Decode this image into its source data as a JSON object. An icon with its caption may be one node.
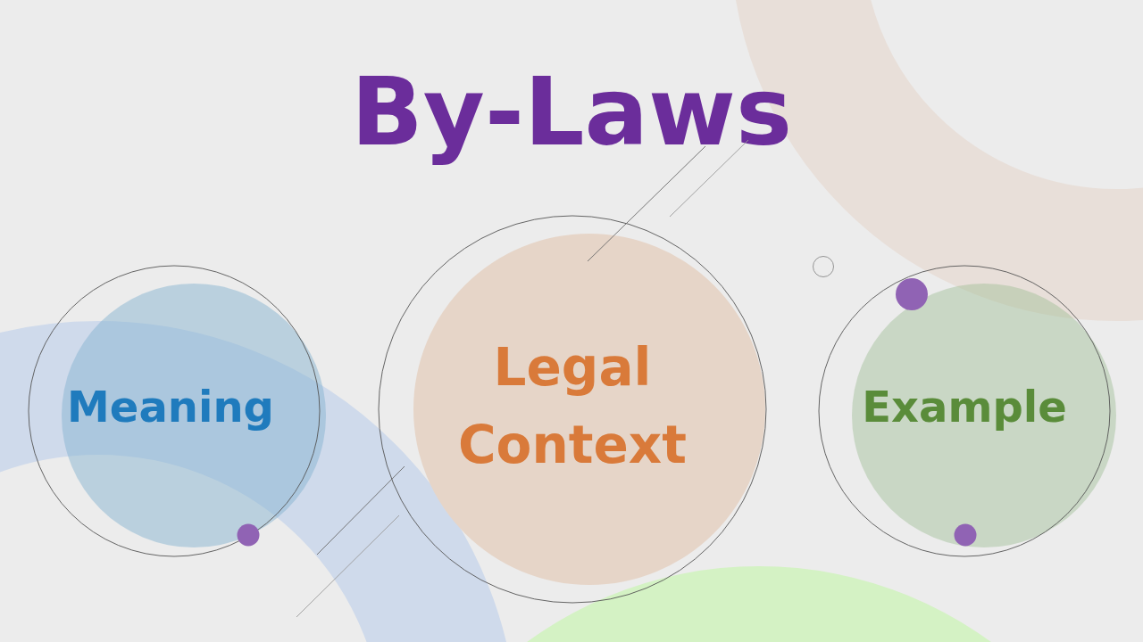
{
  "diagram": {
    "title": "By-Laws",
    "nodes": [
      {
        "text": [
          "Meaning"
        ]
      },
      {
        "text": [
          "Legal Context"
        ]
      },
      {
        "text": [
          "Example"
        ]
      }
    ]
  }
}
